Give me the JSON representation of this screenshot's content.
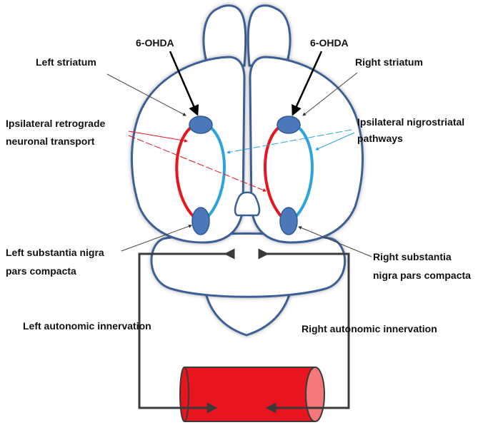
{
  "labels": {
    "left_ohda": "6-OHDA",
    "right_ohda": "6-OHDA",
    "left_striatum": "Left striatum",
    "right_striatum": "Right striatum",
    "retro_line1": "Ipsilateral retrograde",
    "retro_line2": "neuronal transport",
    "nigro_line1": "Ipsilateral nigrostriatal",
    "nigro_line2": "pathways",
    "left_snc_line1": "Left substantia nigra",
    "left_snc_line2": "pars compacta",
    "right_snc_line1": "Right substantia",
    "right_snc_line2": "nigra pars compacta",
    "left_autonomic": "Left autonomic innervation",
    "right_autonomic": "Right autonomic innervation"
  },
  "colors": {
    "brain_outline": "#3d5f95",
    "brain_fill": "#ffffff",
    "nucleus": "#4a78b8",
    "retrograde_red": "#e8141e",
    "nigrostriatal_blue": "#2ba3dc",
    "ohda_arrow": "#000000",
    "autonomic_line": "#3a3a3a",
    "organ_red": "#e8141e",
    "organ_end": "#f4787a"
  }
}
